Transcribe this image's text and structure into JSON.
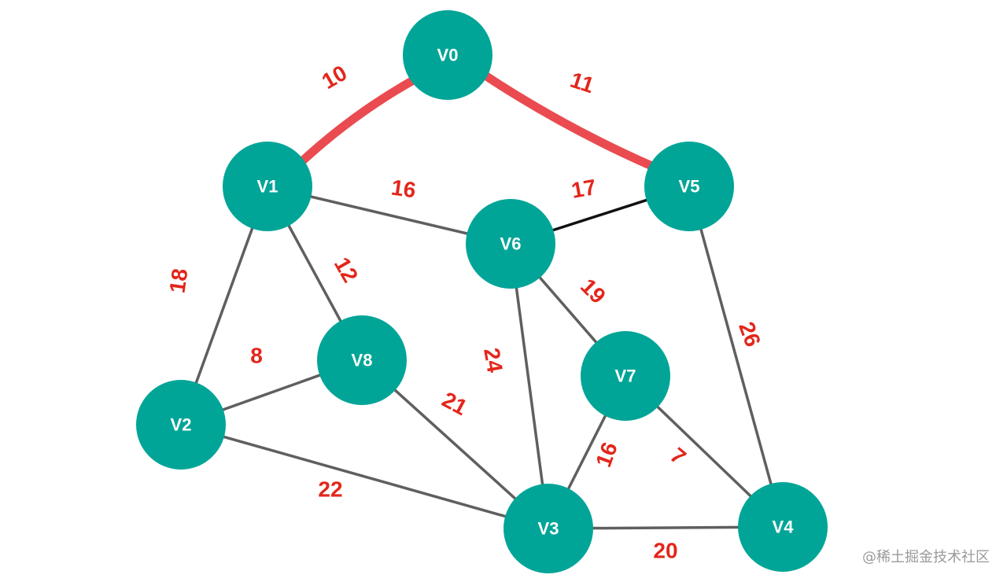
{
  "colors": {
    "node_fill": "#00a597",
    "edge": "#5f5f5f",
    "edge_dark": "#111111",
    "highlight": "#ea4b50",
    "weight_text": "#e3261b"
  },
  "graph": {
    "nodes": [
      {
        "id": "V0",
        "label": "V0"
      },
      {
        "id": "V1",
        "label": "V1"
      },
      {
        "id": "V2",
        "label": "V2"
      },
      {
        "id": "V3",
        "label": "V3"
      },
      {
        "id": "V4",
        "label": "V4"
      },
      {
        "id": "V5",
        "label": "V5"
      },
      {
        "id": "V6",
        "label": "V6"
      },
      {
        "id": "V7",
        "label": "V7"
      },
      {
        "id": "V8",
        "label": "V8"
      }
    ],
    "edges": [
      {
        "from": "V0",
        "to": "V1",
        "weight": "10",
        "style": "highlight"
      },
      {
        "from": "V0",
        "to": "V5",
        "weight": "11",
        "style": "highlight"
      },
      {
        "from": "V1",
        "to": "V6",
        "weight": "16",
        "style": "normal"
      },
      {
        "from": "V6",
        "to": "V5",
        "weight": "17",
        "style": "dark"
      },
      {
        "from": "V1",
        "to": "V2",
        "weight": "18",
        "style": "normal"
      },
      {
        "from": "V1",
        "to": "V8",
        "weight": "12",
        "style": "normal"
      },
      {
        "from": "V2",
        "to": "V8",
        "weight": "8",
        "style": "normal"
      },
      {
        "from": "V2",
        "to": "V3",
        "weight": "22",
        "style": "normal"
      },
      {
        "from": "V8",
        "to": "V3",
        "weight": "21",
        "style": "normal"
      },
      {
        "from": "V6",
        "to": "V3",
        "weight": "24",
        "style": "normal"
      },
      {
        "from": "V6",
        "to": "V7",
        "weight": "19",
        "style": "normal"
      },
      {
        "from": "V7",
        "to": "V3",
        "weight": "16",
        "style": "normal"
      },
      {
        "from": "V7",
        "to": "V4",
        "weight": "7",
        "style": "normal"
      },
      {
        "from": "V3",
        "to": "V4",
        "weight": "20",
        "style": "normal"
      },
      {
        "from": "V5",
        "to": "V4",
        "weight": "26",
        "style": "normal"
      }
    ]
  },
  "watermark": "@稀土掘金技术社区"
}
